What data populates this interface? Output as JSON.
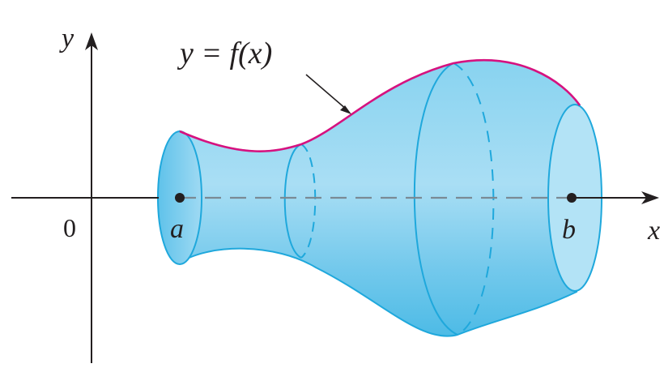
{
  "labels": {
    "y_axis": "y",
    "x_axis": "x",
    "origin": "0",
    "a": "a",
    "b": "b",
    "curve": "y = f(x)"
  },
  "colors": {
    "body": "#6cc9ec",
    "body_dark": "#36b3e1",
    "curve": "#d6127f",
    "axis": "#231f20",
    "dashes": "#7a8a94",
    "rim": "#1fa8dc"
  }
}
